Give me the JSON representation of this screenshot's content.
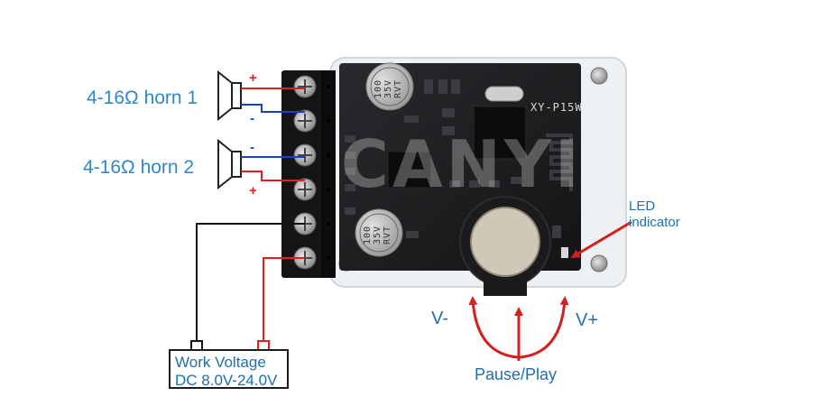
{
  "labels": {
    "horn1": "4-16Ω horn 1",
    "horn2": "4-16Ω horn 2",
    "plus": "+",
    "minus": "-",
    "led_line1": "LED",
    "led_line2": "indicator",
    "v_minus": "V-",
    "v_plus": "V+",
    "pause_play": "Pause/Play",
    "work_voltage_line1": "Work Voltage",
    "work_voltage_line2": "DC 8.0V-24.0V"
  },
  "board": {
    "model": "XY-P15W",
    "watermark": "CANYI",
    "cap1_line1": "100",
    "cap1_line2": "35V",
    "cap1_line3": "RVT",
    "cap2_line1": "100",
    "cap2_line2": "35V",
    "cap2_line3": "RVT"
  },
  "colors": {
    "positive_wire": "#e02020",
    "negative_wire": "#1a3fd0",
    "ground_wire": "#111111",
    "label_blue": "#2f88c8",
    "arrow_red": "#d42020"
  }
}
